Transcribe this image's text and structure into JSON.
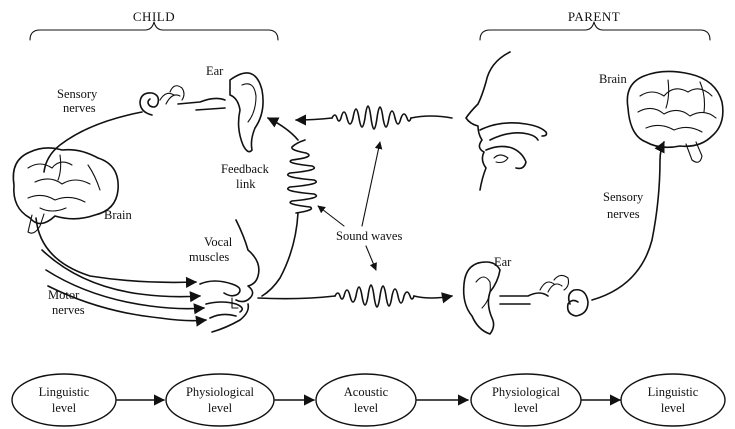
{
  "headers": {
    "child": "CHILD",
    "parent": "PARENT"
  },
  "child_labels": {
    "ear": "Ear",
    "sensory_nerves_1": "Sensory",
    "sensory_nerves_2": "nerves",
    "brain": "Brain",
    "feedback_1": "Feedback",
    "feedback_2": "link",
    "vocal_1": "Vocal",
    "vocal_2": "muscles",
    "motor_1": "Motor",
    "motor_2": "nerves"
  },
  "center_labels": {
    "sound_waves": "Sound waves"
  },
  "parent_labels": {
    "brain": "Brain",
    "sensory_nerves_1": "Sensory",
    "sensory_nerves_2": "nerves",
    "ear": "Ear"
  },
  "levels": [
    {
      "line1": "Linguistic",
      "line2": "level"
    },
    {
      "line1": "Physiological",
      "line2": "level"
    },
    {
      "line1": "Acoustic",
      "line2": "level"
    },
    {
      "line1": "Physiological",
      "line2": "level"
    },
    {
      "line1": "Linguistic",
      "line2": "level"
    }
  ]
}
